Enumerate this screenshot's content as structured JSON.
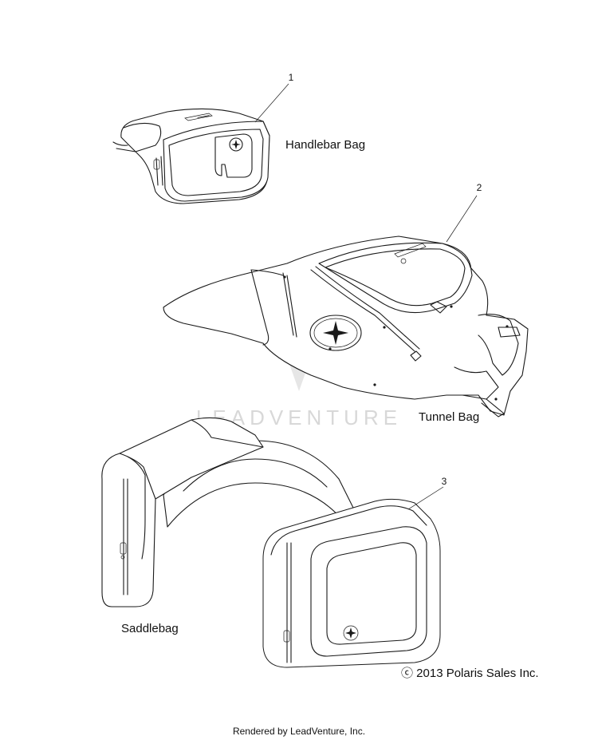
{
  "callouts": [
    {
      "number": "1",
      "label": "Handlebar Bag"
    },
    {
      "number": "2",
      "label": "Tunnel Bag"
    },
    {
      "number": "3",
      "label": "Saddlebag"
    }
  ],
  "copyright": "ⓒ 2013 Polaris Sales Inc.",
  "watermark": "LEADVENTURE",
  "footer": "Rendered by LeadVenture, Inc.",
  "colors": {
    "line": "#1a1a1a",
    "background": "#ffffff",
    "watermark": "#d8d8d8"
  }
}
